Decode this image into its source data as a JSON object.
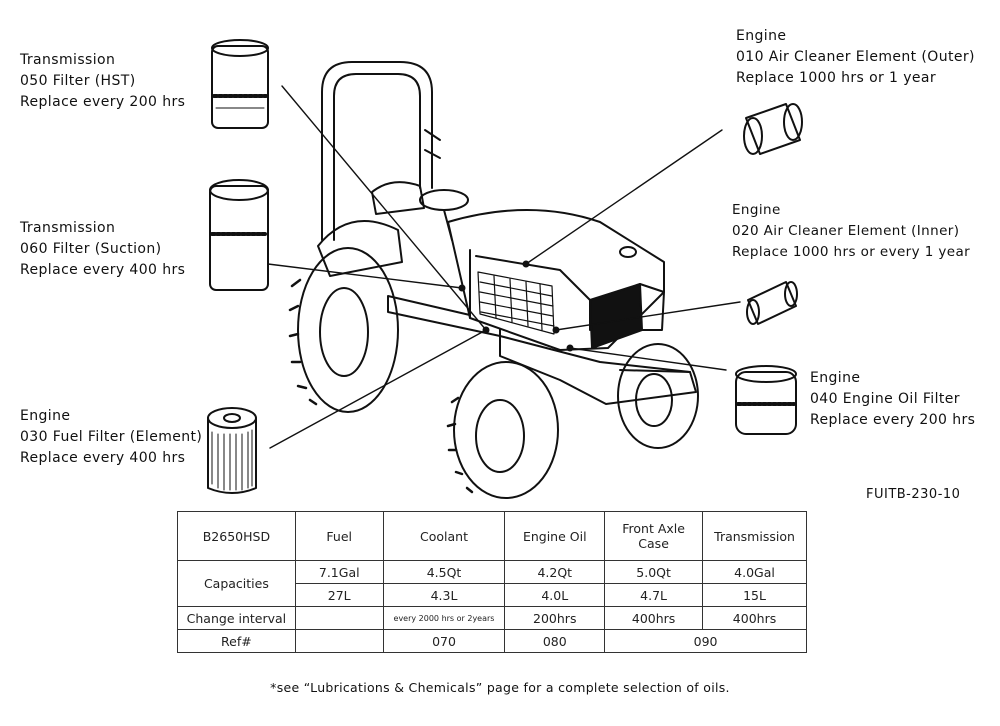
{
  "callouts": [
    {
      "id": "050",
      "lines": [
        "Transmission",
        "050 Filter (HST)",
        "Replace every 200 hrs"
      ]
    },
    {
      "id": "060",
      "lines": [
        "Transmission",
        "060 Filter (Suction)",
        "Replace every 400 hrs"
      ]
    },
    {
      "id": "030",
      "lines": [
        "Engine",
        "030 Fuel Filter (Element)",
        "Replace every 400 hrs"
      ]
    },
    {
      "id": "010",
      "lines": [
        "Engine",
        "010 Air Cleaner Element (Outer)",
        "Replace 1000 hrs or 1 year"
      ]
    },
    {
      "id": "020",
      "lines": [
        "Engine",
        "020 Air Cleaner Element (Inner)",
        "Replace 1000 hrs or every 1 year"
      ]
    },
    {
      "id": "040",
      "lines": [
        "Engine",
        "040 Engine Oil Filter",
        "Replace every 200 hrs"
      ]
    }
  ],
  "figure_code": "FUITB-230-10",
  "table": {
    "model": "B2650HSD",
    "columns": [
      "Fuel",
      "Coolant",
      "Engine Oil",
      "Front Axle Case",
      "Transmission"
    ],
    "capacities_label": "Capacities",
    "capacities_us": [
      "7.1Gal",
      "4.5Qt",
      "4.2Qt",
      "5.0Qt",
      "4.0Gal"
    ],
    "capacities_metric": [
      "27L",
      "4.3L",
      "4.0L",
      "4.7L",
      "15L"
    ],
    "interval_label": "Change interval",
    "intervals": [
      "",
      "every 2000 hrs or 2years",
      "200hrs",
      "400hrs",
      "400hrs"
    ],
    "ref_label": "Ref#",
    "refs": [
      "",
      "070",
      "080",
      "090"
    ]
  },
  "footnote": "*see “Lubrications & Chemicals” page for a complete selection of oils."
}
